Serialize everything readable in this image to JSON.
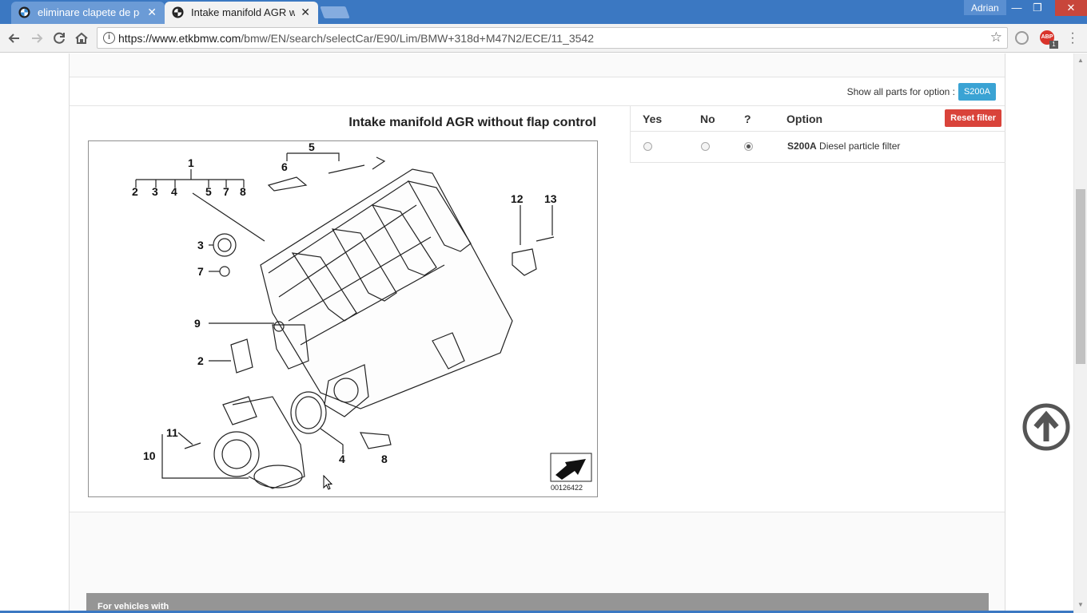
{
  "browser": {
    "tabs": [
      {
        "title": "eliminare clapete de pe a",
        "active": false
      },
      {
        "title": "Intake manifold AGR with",
        "active": true
      }
    ],
    "profile": "Adrian",
    "url_host": "https://www.etkbmw.com",
    "url_path": "/bmw/EN/search/selectCar/E90/Lim/BMW+318d+M47N2/ECE/11_3542",
    "extension_badge": "1",
    "window_controls": {
      "minimize": "—",
      "restore": "❐",
      "close": "✕"
    }
  },
  "option_bar": {
    "label": "Show all parts for option :",
    "button": "S200A"
  },
  "diagram": {
    "title": "Intake manifold AGR without flap control",
    "image_id": "00126422",
    "callouts": [
      "1",
      "2",
      "3",
      "4",
      "5",
      "7",
      "8",
      "5",
      "6",
      "3",
      "7",
      "9",
      "2",
      "10",
      "11",
      "4",
      "8",
      "12",
      "13"
    ]
  },
  "filter": {
    "headers": {
      "yes": "Yes",
      "no": "No",
      "unknown": "?",
      "option": "Option"
    },
    "reset_button": "Reset filter",
    "rows": [
      {
        "code": "S200A",
        "description": "Diesel particle filter",
        "selected": "unknown"
      }
    ]
  },
  "vehicles_header": "For vehicles with",
  "colors": {
    "chrome_blue": "#3b78c2",
    "option_button": "#3aa3d4",
    "reset_button": "#d9433a",
    "vehicles_bar": "#959595"
  }
}
